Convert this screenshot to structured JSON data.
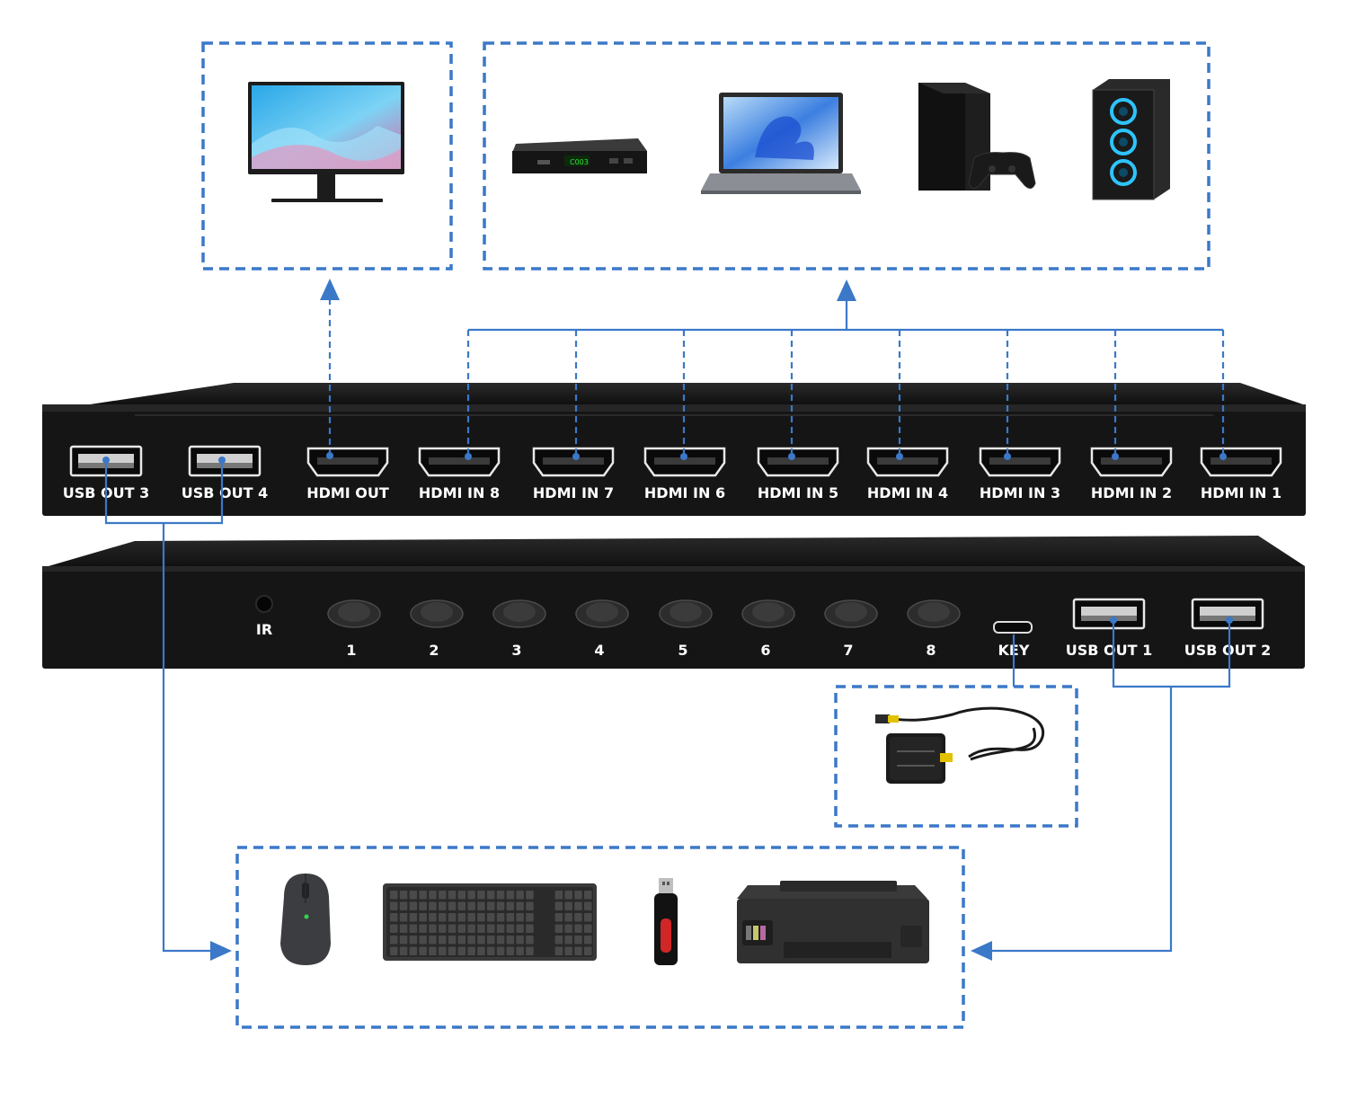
{
  "colors": {
    "accent": "#3b78c8",
    "device_body": "#151515",
    "label_text": "#ffffff"
  },
  "rear_panel": {
    "ports": [
      {
        "label": "USB OUT 3",
        "icon": "usb-port-icon"
      },
      {
        "label": "USB OUT 4",
        "icon": "usb-port-icon"
      },
      {
        "label": "HDMI OUT",
        "icon": "hdmi-port-icon"
      },
      {
        "label": "HDMI IN 8",
        "icon": "hdmi-port-icon"
      },
      {
        "label": "HDMI IN 7",
        "icon": "hdmi-port-icon"
      },
      {
        "label": "HDMI IN 6",
        "icon": "hdmi-port-icon"
      },
      {
        "label": "HDMI IN 5",
        "icon": "hdmi-port-icon"
      },
      {
        "label": "HDMI IN 4",
        "icon": "hdmi-port-icon"
      },
      {
        "label": "HDMI IN 3",
        "icon": "hdmi-port-icon"
      },
      {
        "label": "HDMI IN 2",
        "icon": "hdmi-port-icon"
      },
      {
        "label": "HDMI IN 1",
        "icon": "hdmi-port-icon"
      }
    ]
  },
  "front_panel": {
    "ir_label": "IR",
    "buttons": [
      "1",
      "2",
      "3",
      "4",
      "5",
      "6",
      "7",
      "8"
    ],
    "key_label": "KEY",
    "usb_ports": [
      "USB OUT 1",
      "USB OUT 2"
    ]
  },
  "peripherals": {
    "display": [
      "monitor-icon"
    ],
    "sources": [
      "set-top-box-icon",
      "laptop-icon",
      "game-console-icon",
      "desktop-pc-icon"
    ],
    "usb_devices": [
      "mouse-icon",
      "keyboard-icon",
      "usb-flash-drive-icon",
      "printer-icon"
    ],
    "key_accessory": [
      "wired-remote-keypad-icon"
    ]
  }
}
